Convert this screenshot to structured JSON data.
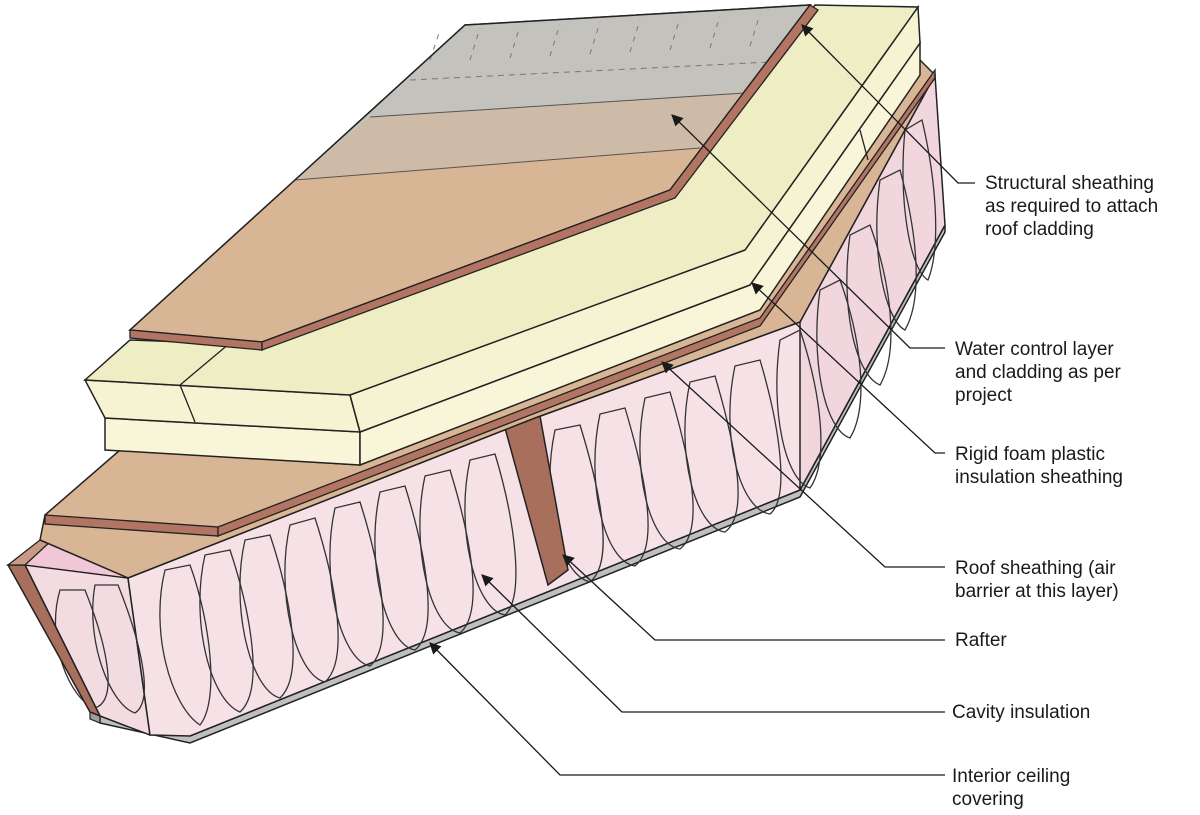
{
  "labels": {
    "structural_sheathing": [
      "Structural sheathing",
      "as required to attach",
      "roof cladding"
    ],
    "water_control": [
      "Water control layer",
      "and cladding as per",
      "project"
    ],
    "rigid_foam": [
      "Rigid foam plastic",
      "insulation sheathing"
    ],
    "roof_sheathing": [
      "Roof sheathing (air",
      "barrier at this layer)"
    ],
    "rafter": [
      "Rafter"
    ],
    "cavity_insulation": [
      "Cavity insulation"
    ],
    "interior_ceiling": [
      "Interior ceiling",
      "covering"
    ]
  },
  "colors": {
    "cladding_tan": "#d8b594",
    "cladding_grey": "#c4c2bd",
    "cladding_mid": "#cdbba8",
    "sheathing_brown": "#b27563",
    "foam_cream": "#f6f3d3",
    "foam_top": "#eeedc4",
    "insulation_pink": "#f6e1e7",
    "rafter_brown": "#a86f5c",
    "ceiling_grey": "#bfbfbf",
    "outline": "#222222"
  }
}
